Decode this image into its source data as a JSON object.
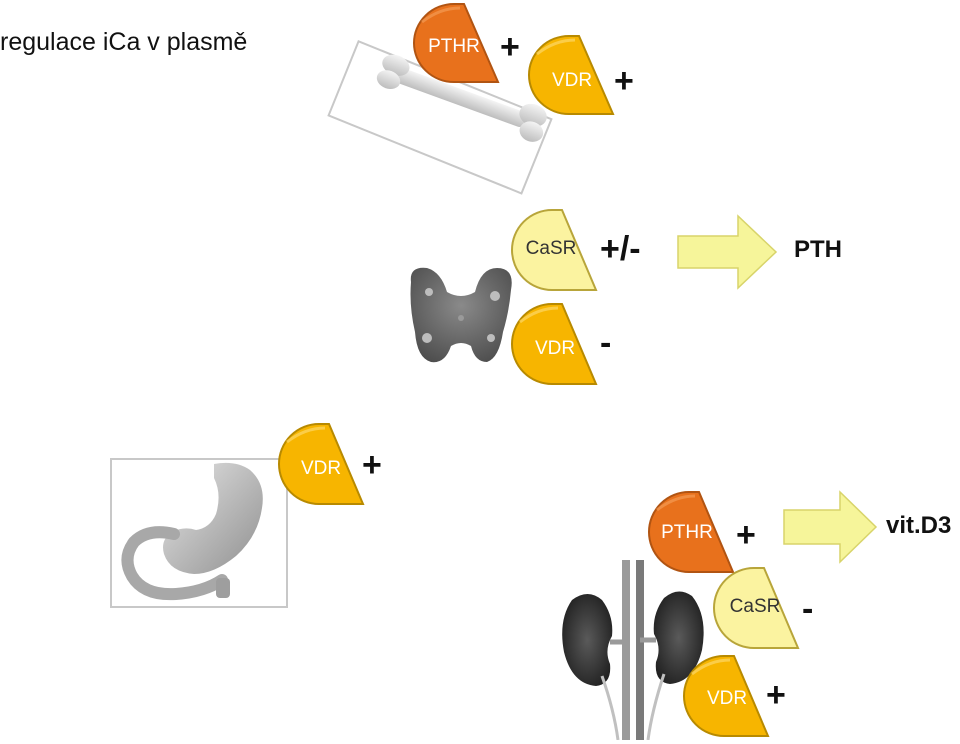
{
  "title": "regulace iCa v plasmě",
  "colors": {
    "pthr_fill": "#E8711C",
    "vdr_fill": "#F7B500",
    "casr_fill": "#FBF3A0",
    "arrow_fill": "#F6F59A",
    "outline": "#B89A1A"
  },
  "bone": {
    "receptors": [
      {
        "label": "PTHR",
        "sign": "+"
      },
      {
        "label": "VDR",
        "sign": "+"
      }
    ]
  },
  "parathyroid": {
    "receptors": [
      {
        "label": "CaSR",
        "sign": "+/-"
      },
      {
        "label": "VDR",
        "sign": "-"
      }
    ],
    "product": "PTH"
  },
  "intestine": {
    "receptors": [
      {
        "label": "VDR",
        "sign": "+"
      }
    ]
  },
  "kidney": {
    "receptors": [
      {
        "label": "PTHR",
        "sign": "+"
      },
      {
        "label": "CaSR",
        "sign": "-"
      },
      {
        "label": "VDR",
        "sign": "+"
      }
    ],
    "product": "vit.D3"
  }
}
